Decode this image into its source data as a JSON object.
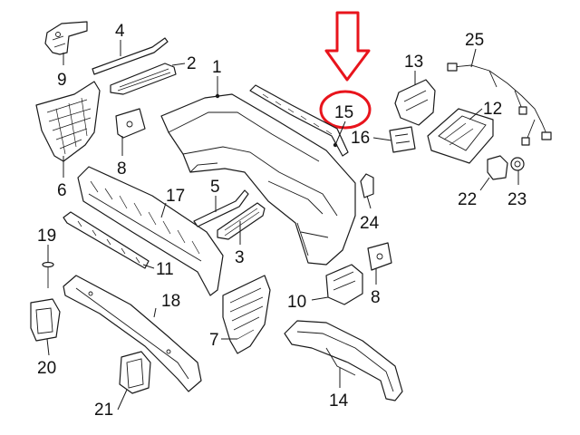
{
  "highlight": {
    "part": "15",
    "color": "#e8141c"
  },
  "callouts": {
    "p1": "1",
    "p2": "2",
    "p3": "3",
    "p4": "4",
    "p5": "5",
    "p6": "6",
    "p7": "7",
    "p8a": "8",
    "p8b": "8",
    "p9": "9",
    "p10": "10",
    "p11": "11",
    "p12": "12",
    "p13": "13",
    "p14": "14",
    "p15": "15",
    "p16": "16",
    "p17": "17",
    "p18": "18",
    "p19": "19",
    "p20": "20",
    "p21": "21",
    "p22": "22",
    "p23": "23",
    "p24": "24",
    "p25": "25"
  }
}
